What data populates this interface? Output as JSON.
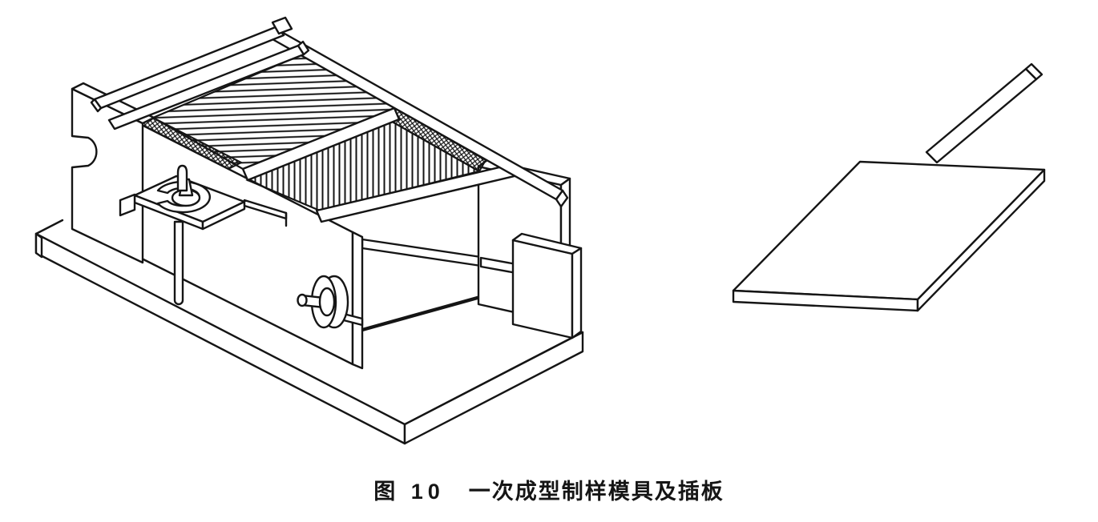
{
  "figure": {
    "label": "图 10",
    "title": "一次成型制样模具及插板"
  },
  "colors": {
    "ink": "#151515",
    "paper": "#ffffff"
  },
  "diagram": {
    "kind": "isometric-technical-line-drawing",
    "left_object": "one-shot sample forming mold (box mold on base plate with pressure rails, cross-hatched wall sections, clamp screw, handwheel, tie rod, notched end panel)",
    "right_object": "insert plate with long handle"
  }
}
